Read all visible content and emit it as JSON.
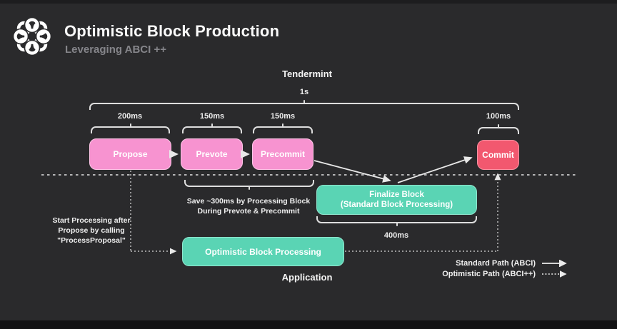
{
  "header": {
    "title": "Optimistic Block Production",
    "subtitle": "Leveraging ABCI ++",
    "logo_icon": "knot-wreath-icon"
  },
  "layers": {
    "top_label": "Tendermint",
    "bottom_label": "Application"
  },
  "durations": {
    "total": "1s",
    "propose": "200ms",
    "prevote": "150ms",
    "precommit": "150ms",
    "commit": "100ms",
    "finalize": "400ms"
  },
  "nodes": {
    "propose": {
      "label": "Propose"
    },
    "prevote": {
      "label": "Prevote"
    },
    "precommit": {
      "label": "Precommit"
    },
    "commit": {
      "label": "Commit"
    },
    "finalize": {
      "line1": "Finalize Block",
      "line2": "(Standard Block Processing)"
    },
    "optimistic": {
      "label": "Optimistic Block Processing"
    }
  },
  "annotations": {
    "start_processing": {
      "line1": "Start Processing after",
      "line2": "Propose by calling",
      "line3": "\"ProcessProposal\""
    },
    "save": {
      "line1": "Save ~300ms by Processing Block",
      "line2": "During Prevote & Precommit"
    }
  },
  "legend": {
    "standard": {
      "label": "Standard Path (ABCI)",
      "style": "solid-arrow"
    },
    "optimistic": {
      "label": "Optimistic Path (ABCI++)",
      "style": "dotted-arrow"
    }
  },
  "colors": {
    "background": "#2a2a2c",
    "phase_pink": "#f793d0",
    "commit_red": "#f2586f",
    "process_teal": "#5ad4b4",
    "line": "#dedede",
    "subtitle_gray": "#85858a"
  }
}
